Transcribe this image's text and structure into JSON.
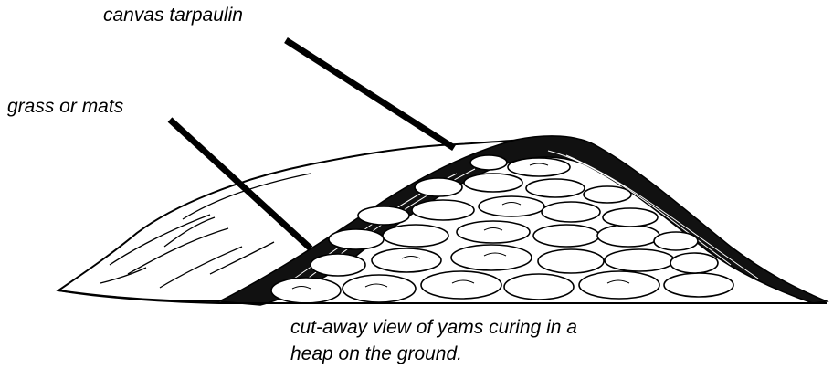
{
  "labels": {
    "canvas_tarpaulin": "canvas tarpaulin",
    "grass_or_mats": "grass or mats"
  },
  "caption": {
    "line1": "cut-away view of yams curing in a",
    "line2": "heap on the ground."
  }
}
